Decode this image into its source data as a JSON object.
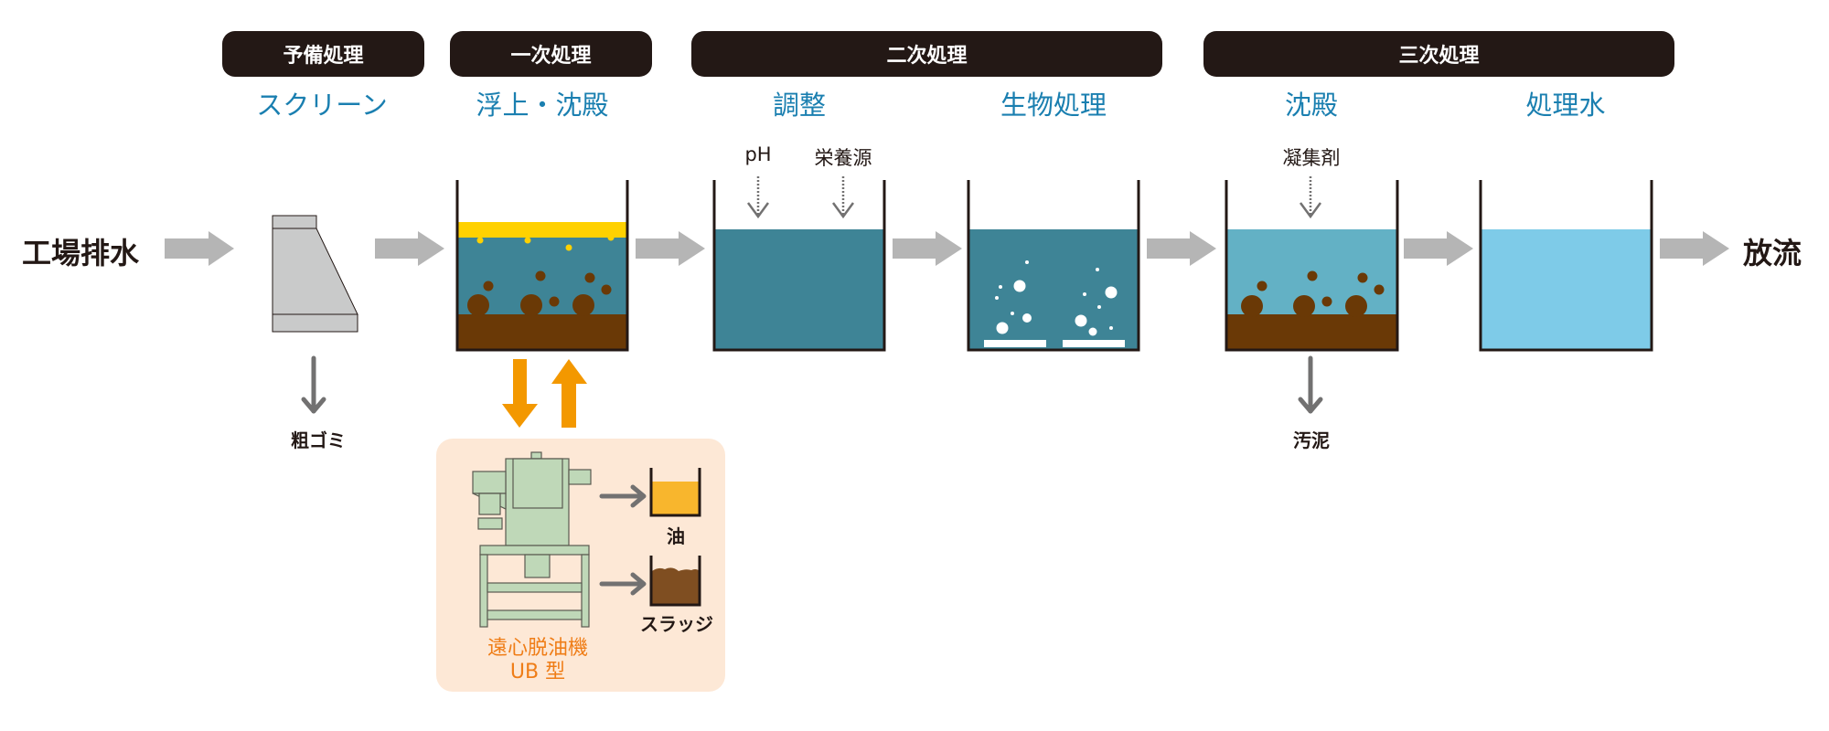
{
  "stages": [
    {
      "label": "予備処理"
    },
    {
      "label": "一次処理"
    },
    {
      "label": "二次処理"
    },
    {
      "label": "三次処理"
    }
  ],
  "processes": [
    {
      "label": "スクリーン"
    },
    {
      "label": "浮上・沈殿"
    },
    {
      "label": "調整"
    },
    {
      "label": "生物処理"
    },
    {
      "label": "沈殿"
    },
    {
      "label": "処理水"
    }
  ],
  "flow": {
    "input": "工場排水",
    "output": "放流"
  },
  "additives": {
    "ph": "pH",
    "nutrients": "栄養源",
    "coagulant": "凝集剤"
  },
  "byproducts": {
    "coarse_waste": "粗ゴミ",
    "sludge": "汚泥"
  },
  "centrifuge": {
    "name_line1": "遠心脱油機",
    "name_line2": "UB 型",
    "oil_label": "油",
    "sludge_label": "スラッジ"
  },
  "colors": {
    "band": "#231815",
    "process_text": "#1a7fb0",
    "flow_arrow": "#b5b5b5",
    "drop_arrow": "#727171",
    "oil_layer": "#ffd100",
    "process_water": "#3e8496",
    "sediment_water": "#63b1c5",
    "treated_water": "#7ecbe8",
    "sludge": "#6a3906",
    "centrifuge_arrow": "#f39800",
    "machine": "#bfd8b8",
    "box_bg": "#fde8d6",
    "centrifuge_label": "#ef7d17",
    "oil_bucket": "#f8b62d",
    "sludge_bucket": "#7f4e21"
  }
}
